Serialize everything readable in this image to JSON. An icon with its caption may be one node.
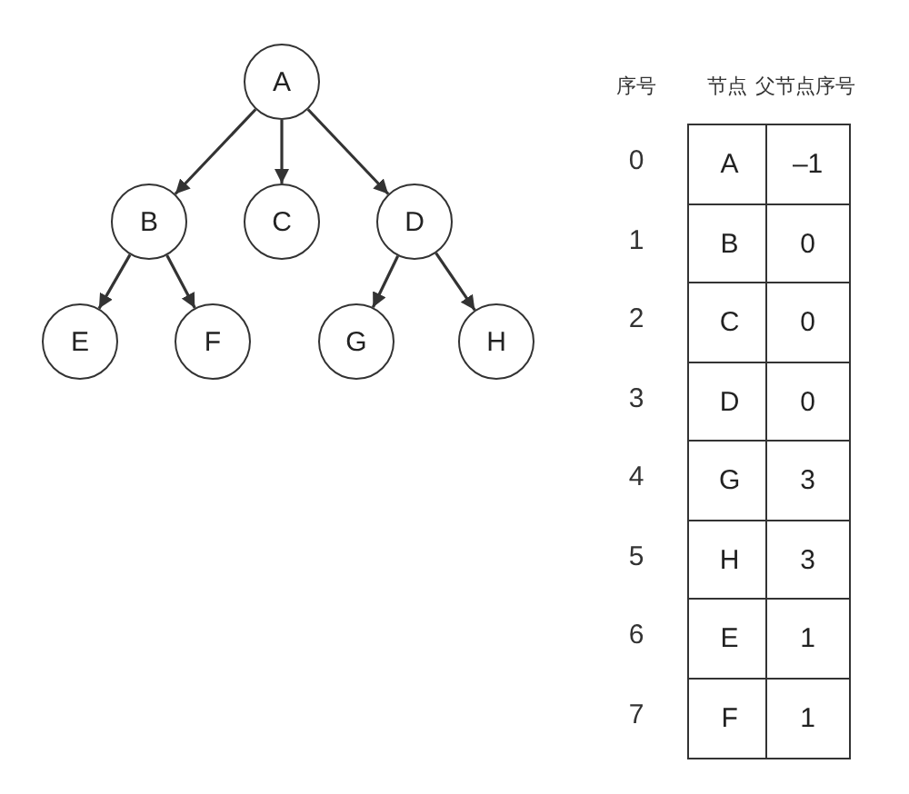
{
  "diagram": {
    "nodes": [
      {
        "text": [
          "A"
        ]
      },
      {
        "text": [
          "B"
        ]
      },
      {
        "text": [
          "C"
        ]
      },
      {
        "text": [
          "D"
        ]
      },
      {
        "text": [
          "E"
        ]
      },
      {
        "text": [
          "F"
        ]
      },
      {
        "text": [
          "G"
        ]
      },
      {
        "text": [
          "H"
        ]
      }
    ],
    "edges": [
      {
        "from": 0,
        "to": 1,
        "arrow": "to"
      },
      {
        "from": 0,
        "to": 2,
        "arrow": "to"
      },
      {
        "from": 0,
        "to": 3,
        "arrow": "to"
      },
      {
        "from": 1,
        "to": 4,
        "arrow": "to"
      },
      {
        "from": 1,
        "to": 5,
        "arrow": "to"
      },
      {
        "from": 3,
        "to": 6,
        "arrow": "to"
      },
      {
        "from": 3,
        "to": 7,
        "arrow": "to"
      }
    ],
    "labels": [
      "序号",
      "节点",
      "父节点序号",
      "0",
      "A",
      "–1",
      "1",
      "B",
      "0",
      "2",
      "C",
      "0",
      "3",
      "D",
      "0",
      "4",
      "G",
      "3",
      "5",
      "H",
      "3",
      "6",
      "E",
      "1",
      "7",
      "F",
      "1"
    ]
  }
}
